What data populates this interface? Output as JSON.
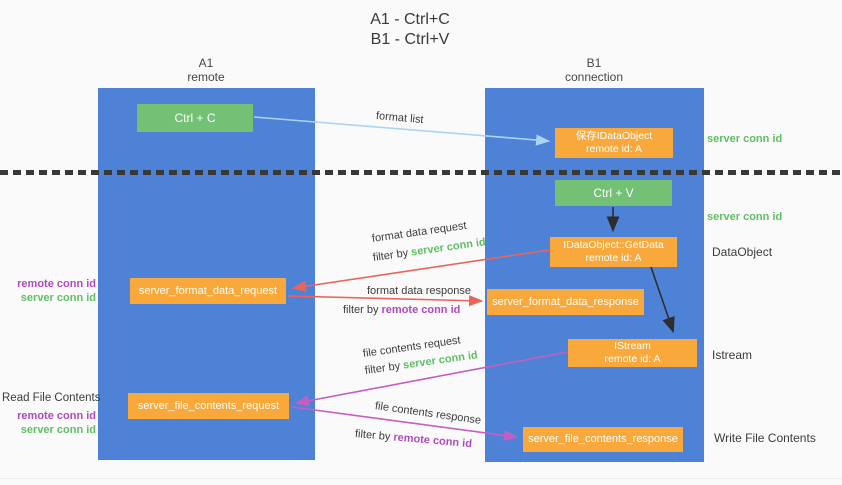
{
  "title": {
    "line1": "A1 - Ctrl+C",
    "line2": "B1 - Ctrl+V"
  },
  "lanes": {
    "a": {
      "name": "A1",
      "role": "remote"
    },
    "b": {
      "name": "B1",
      "role": "connection"
    }
  },
  "nodes": {
    "ctrl_c": "Ctrl + C",
    "ctrl_v": "Ctrl + V",
    "save_dataobject": {
      "line1": "保存IDataObject",
      "line2": "remote id: A"
    },
    "getdata": {
      "line1": "IDataObject::GetData",
      "line2": "remote id: A"
    },
    "istream": {
      "line1": "IStream",
      "line2": "remote id: A"
    },
    "format_request": "server_format_data_request",
    "format_response": "server_format_data_response",
    "file_request": "server_file_contents_request",
    "file_response": "server_file_contents_response"
  },
  "side_labels": {
    "server_conn_id_top": "server conn id",
    "server_conn_id_mid": "server conn id",
    "dataobject": "DataObject",
    "istream": "Istream",
    "write_file_contents": "Write File Contents",
    "read_file_contents": "Read File Contents",
    "left_remote_conn_id_1": "remote conn id",
    "left_server_conn_id_1": "server conn id",
    "left_remote_conn_id_2": "remote conn id",
    "left_server_conn_id_2": "server conn id"
  },
  "edge_labels": {
    "format_list": "format list",
    "format_data_request": "format data request",
    "filter_format_request": {
      "prefix": "filter by ",
      "id": "server conn id"
    },
    "format_data_response": "format data response",
    "filter_format_response": {
      "prefix": "filter by ",
      "id": "remote conn id"
    },
    "file_contents_request": "file contents request",
    "filter_file_request": {
      "prefix": "filter by ",
      "id": "server conn id"
    },
    "file_contents_response": "file contents response",
    "filter_file_response": {
      "prefix": "filter by ",
      "id": "remote conn id"
    }
  },
  "colors": {
    "lane_blue": "#4d82d6",
    "node_green": "#73c175",
    "node_orange": "#f9a83c",
    "arrow_blue": "#aad4f2",
    "arrow_red": "#e9655c",
    "arrow_magenta": "#c45ec2",
    "arrow_black": "#2d2d2d",
    "label_green": "#5fbf63",
    "label_purple": "#b04ac0",
    "divider_dark": "#383838",
    "background": "#fafafa"
  }
}
